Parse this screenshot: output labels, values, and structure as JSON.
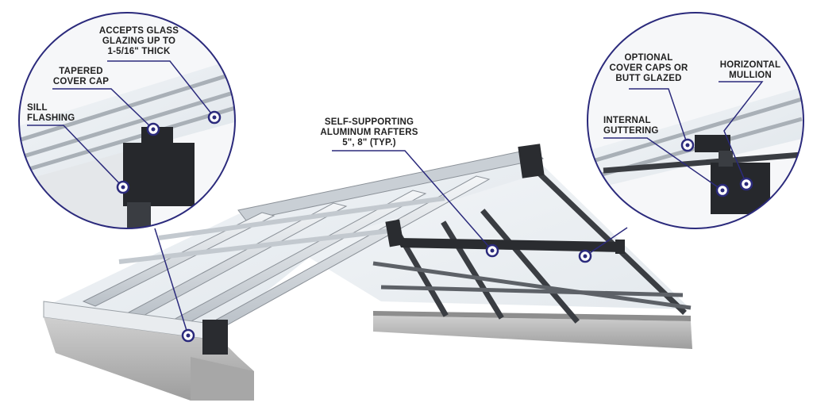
{
  "callouts": {
    "glass_glazing": [
      "ACCEPTS GLASS",
      "GLAZING UP TO",
      "1-5/16\" THICK"
    ],
    "tapered_cover_cap": [
      "TAPERED",
      "COVER CAP"
    ],
    "sill_flashing": [
      "SILL",
      "FLASHING"
    ],
    "aluminum_rafters": [
      "SELF-SUPPORTING",
      "ALUMINUM RAFTERS",
      "5\", 8\" (TYP.)"
    ],
    "optional_cover_caps": [
      "OPTIONAL",
      "COVER CAPS OR",
      "BUTT GLAZED"
    ],
    "horizontal_mullion": [
      "HORIZONTAL",
      "MULLION"
    ],
    "internal_guttering": [
      "INTERNAL",
      "GUTTERING"
    ]
  },
  "colors": {
    "accent": "#2b2a7c",
    "label_text": "#222222",
    "frame_light": "#d9dde2",
    "frame_dark": "#2a2c30",
    "glass": "#e9eef2",
    "concrete": "#b8b8b8"
  }
}
